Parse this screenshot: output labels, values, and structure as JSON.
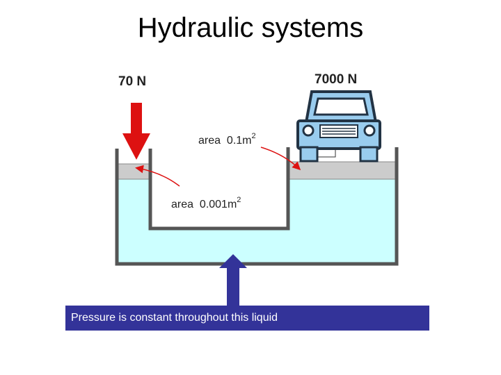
{
  "slide": {
    "title": "Hydraulic systems",
    "caption": "Pressure is constant throughout this liquid"
  },
  "diagram": {
    "small_force": "70 N",
    "large_force": "7000 N",
    "large_area_prefix": "area  0.1m",
    "large_area_exp": "2",
    "small_area_prefix": "area  0.001m",
    "small_area_exp": "2"
  },
  "colors": {
    "liquid": "#ccffff",
    "piston": "#cccccc",
    "force_arrow": "#dd1111",
    "pressure_arrow": "#333399",
    "car_body": "#99ccee",
    "caption_bg": "#333399"
  },
  "icons": [
    "car-icon",
    "down-arrow-icon",
    "up-arrow-icon"
  ]
}
